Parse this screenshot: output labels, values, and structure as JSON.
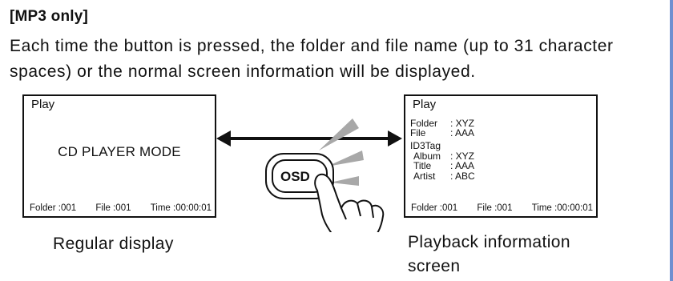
{
  "heading": "[MP3 only]",
  "description": "Each time the button is pressed, the folder and file name (up to 31 character spaces) or the normal screen information will be displayed.",
  "left_screen": {
    "title": "Play",
    "mode_text": "CD PLAYER MODE",
    "footer": {
      "folder": "Folder :001",
      "file": "File :001",
      "time": "Time :00:00:01"
    }
  },
  "right_screen": {
    "title": "Play",
    "folder_label": "Folder",
    "folder_value": ": XYZ",
    "file_label": "File",
    "file_value": ": AAA",
    "id3_label": "ID3Tag",
    "album_label": "Album",
    "album_value": ": XYZ",
    "title_label": "Title",
    "title_value": ": AAA",
    "artist_label": "Artist",
    "artist_value": ": ABC",
    "footer": {
      "folder": "Folder :001",
      "file": "File :001",
      "time": "Time :00:00:01"
    }
  },
  "osd_button_label": "OSD",
  "caption_left": "Regular display",
  "caption_right_line1": "Playback information",
  "caption_right_line2": "screen",
  "colors": {
    "divider": "#6f8fd0",
    "spark": "#a8a8a8"
  }
}
